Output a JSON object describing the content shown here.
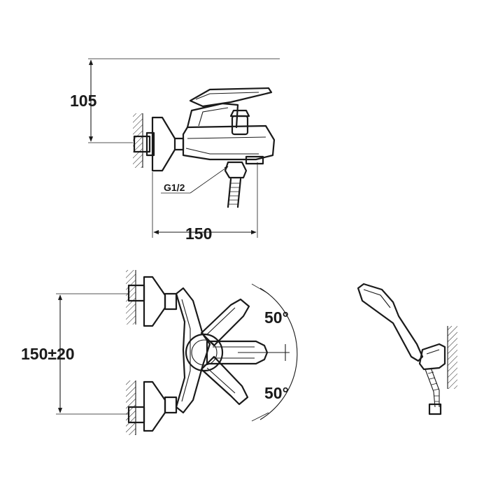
{
  "dimensions": {
    "height": "105",
    "width": "150",
    "spacing": "150±20",
    "angle_top": "50°",
    "angle_bottom": "50°"
  },
  "labels": {
    "thread": "G1/2"
  },
  "colors": {
    "line": "#1a1a1a",
    "background": "#ffffff"
  }
}
